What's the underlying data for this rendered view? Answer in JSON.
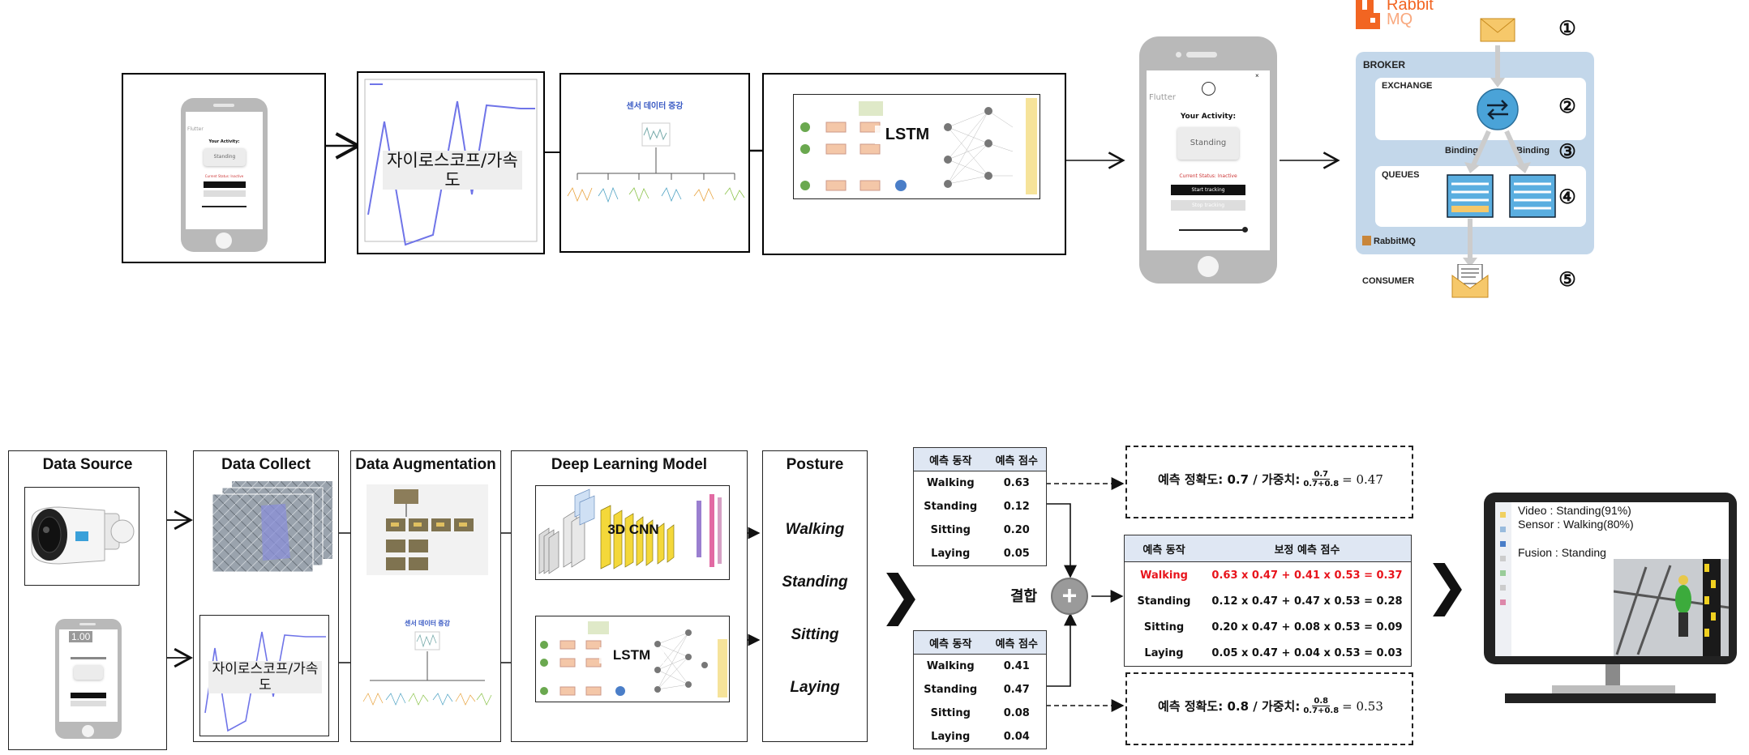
{
  "top_row": {
    "phone_app_title": "Flutter",
    "phone_activity_label": "Your Activity:",
    "phone_activity_value": "Standing",
    "phone_status": "Current Status: Inactive",
    "gyro_panel_label": "자이로스코프/가속\n도",
    "aug_panel_title": "센서 데이터 증강",
    "lstm_label": "LSTM"
  },
  "big_phone": {
    "app_title": "Flutter",
    "activity_label": "Your Activity:",
    "activity_value": "Standing",
    "status": "Current Status: Inactive",
    "start_button": "Start tracking",
    "stop_button": "Stop tracking"
  },
  "rabbitmq": {
    "logo_top": "Rabbit",
    "logo_bottom": "MQ",
    "broker": "BROKER",
    "exchange": "EXCHANGE",
    "binding_left": "Binding",
    "binding_right": "Binding",
    "queues": "QUEUES",
    "brand_footer": "RabbitMQ",
    "consumer": "CONSUMER",
    "steps": [
      "①",
      "②",
      "③",
      "④",
      "⑤"
    ]
  },
  "bottom_row": {
    "groups": {
      "data_source": "Data Source",
      "data_collect": "Data Collect",
      "data_augmentation": "Data Augmentation",
      "deep_learning_model": "Deep Learning Model",
      "posture": "Posture"
    },
    "small_phone_value": "1.00",
    "gyro_label": "자이로스코프/가속\n도",
    "cnn_label": "3D CNN",
    "lstm_label": "LSTM",
    "postures": [
      "Walking",
      "Standing",
      "Sitting",
      "Laying"
    ]
  },
  "prediction_tables": {
    "headers": [
      "예측 동작",
      "예측 점수"
    ],
    "video": [
      {
        "action": "Walking",
        "score": "0.63"
      },
      {
        "action": "Standing",
        "score": "0.12"
      },
      {
        "action": "Sitting",
        "score": "0.20"
      },
      {
        "action": "Laying",
        "score": "0.05"
      }
    ],
    "sensor": [
      {
        "action": "Walking",
        "score": "0.41"
      },
      {
        "action": "Standing",
        "score": "0.47"
      },
      {
        "action": "Sitting",
        "score": "0.08"
      },
      {
        "action": "Laying",
        "score": "0.04"
      }
    ]
  },
  "fusion": {
    "combine_label": "결합",
    "plus_symbol": "+",
    "accuracy_video": {
      "prefix": "예측 정확도: 0.7 / 가중치:",
      "num": "0.7",
      "den": "0.7+0.8",
      "result": "= 0.47"
    },
    "accuracy_sensor": {
      "prefix": "예측 정확도: 0.8 / 가중치:",
      "num": "0.8",
      "den": "0.7+0.8",
      "result": "= 0.53"
    },
    "corrected_headers": [
      "예측 동작",
      "보정 예측 점수"
    ],
    "corrected_rows": [
      {
        "action": "Walking",
        "formula": "0.63 x 0.47 + 0.41 x 0.53 = 0.37",
        "highlight": true
      },
      {
        "action": "Standing",
        "formula": "0.12 x 0.47 + 0.47 x 0.53 = 0.28",
        "highlight": false
      },
      {
        "action": "Sitting",
        "formula": "0.20 x 0.47 + 0.08 x 0.53 = 0.09",
        "highlight": false
      },
      {
        "action": "Laying",
        "formula": "0.05 x 0.47 + 0.04 x 0.53 = 0.03",
        "highlight": false
      }
    ],
    "highlight_color": "#e8141c"
  },
  "monitor": {
    "video_line": "Video : Standing(91%)",
    "sensor_line": "Sensor : Walking(80%)",
    "fusion_line": "Fusion : Standing"
  },
  "colors": {
    "rmq_orange": "#f26522",
    "rmq_panel": "#c3d7ea",
    "queue_blue": "#5aaee0",
    "exchange_blue": "#4aa3d8",
    "table_header": "#dfe7f3",
    "line_chart": "#6f74e8"
  }
}
